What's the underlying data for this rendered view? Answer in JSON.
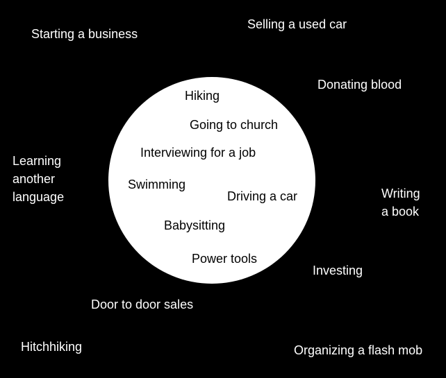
{
  "colors": {
    "background": "#000000",
    "circle": "#ffffff",
    "outside_text": "#ffffff",
    "inside_text": "#000000"
  },
  "inside": {
    "hiking": "Hiking",
    "going_to_church": "Going to church",
    "interviewing": "Interviewing for a job",
    "swimming": "Swimming",
    "driving": "Driving a car",
    "babysitting": "Babysitting",
    "power_tools": "Power tools"
  },
  "outside": {
    "starting_business": "Starting a business",
    "selling_car": "Selling a used car",
    "donating_blood": "Donating blood",
    "learning_language": "Learning\nanother\nlanguage",
    "writing_book": "Writing\na book",
    "investing": "Investing",
    "door_to_door": "Door to door sales",
    "hitchhiking": "Hitchhiking",
    "flash_mob": "Organizing a flash mob"
  }
}
